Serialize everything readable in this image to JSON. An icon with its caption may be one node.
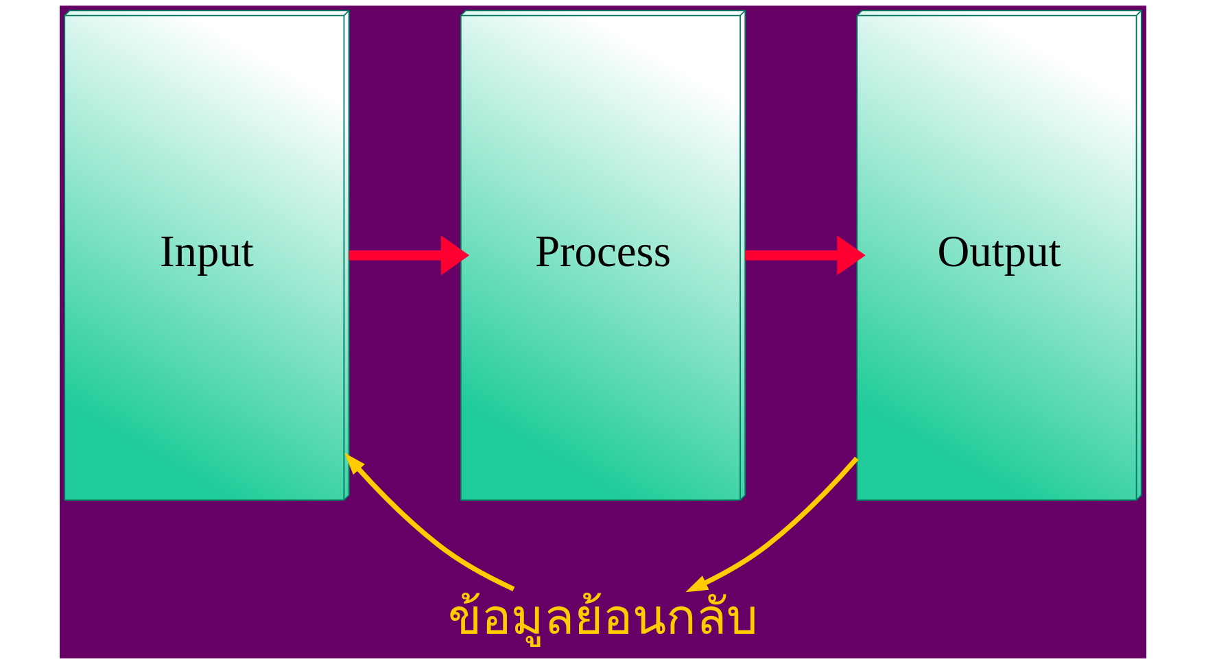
{
  "diagram": {
    "nodes": [
      {
        "text": [
          "Input"
        ]
      },
      {
        "text": [
          "Process"
        ]
      },
      {
        "text": [
          "Output"
        ]
      },
      {
        "text": [
          "ข้อมูลย้อนกลับ"
        ]
      }
    ],
    "edges": [
      {
        "from": 0,
        "to": 1,
        "arrow": "to",
        "style": "thick",
        "color": "#ff0033"
      },
      {
        "from": 1,
        "to": 2,
        "arrow": "to",
        "style": "thick",
        "color": "#ff0033"
      },
      {
        "from": 2,
        "to": 3,
        "arrow": "to",
        "color": "#ffcc00"
      },
      {
        "from": 3,
        "to": 0,
        "arrow": "to",
        "color": "#ffcc00"
      }
    ]
  }
}
